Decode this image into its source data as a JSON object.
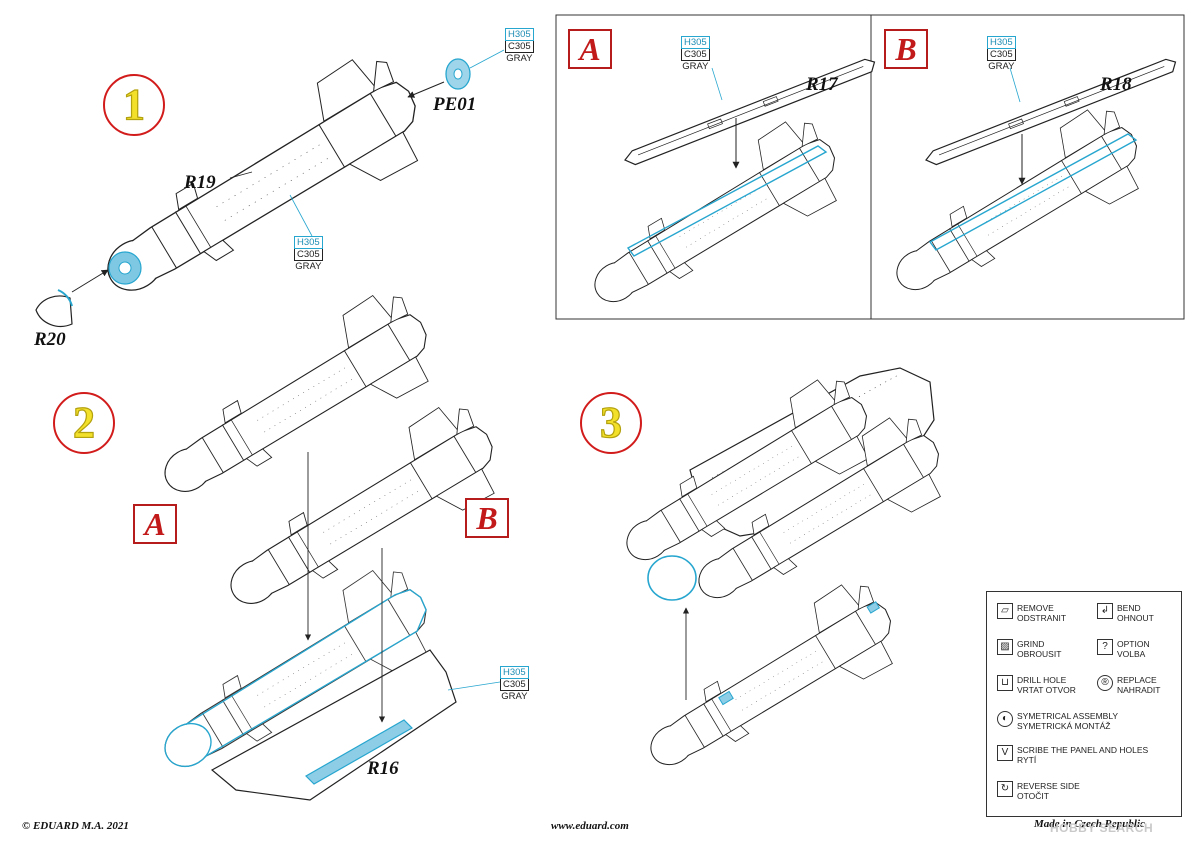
{
  "steps": {
    "one": "1",
    "two": "2",
    "three": "3"
  },
  "variants": {
    "a": "A",
    "b": "B"
  },
  "parts": {
    "pe01": "PE01",
    "r19": "R19",
    "r20": "R20",
    "r17": "R17",
    "r18": "R18",
    "r16": "R16"
  },
  "paint_code": {
    "h": "H305",
    "c": "C305",
    "g": "GRAY"
  },
  "colors": {
    "accent_blue": "#27a6cf",
    "step_border": "#d21c1c",
    "step_fill": "#f2e02a",
    "variant_text": "#c21a1a"
  },
  "legend": [
    {
      "icon": "remove-icon",
      "glyph": "▱",
      "text1": "REMOVE",
      "text2": "ODSTRANIT"
    },
    {
      "icon": "bend-icon",
      "glyph": "↲",
      "text1": "BEND",
      "text2": "OHNOUT"
    },
    {
      "icon": "grind-icon",
      "glyph": "▨",
      "text1": "GRIND",
      "text2": "OBROUSIT"
    },
    {
      "icon": "option-icon",
      "glyph": "?",
      "text1": "OPTION",
      "text2": "VOLBA"
    },
    {
      "icon": "drill-hole-icon",
      "glyph": "⊔",
      "text1": "DRILL HOLE",
      "text2": "VRTAT OTVOR"
    },
    {
      "icon": "replace-icon",
      "glyph": "®",
      "text1": "REPLACE",
      "text2": "NAHRADIT"
    },
    {
      "icon": "symmetrical-assembly-icon",
      "glyph": "◐",
      "text1": "SYMETRICAL ASSEMBLY",
      "text2": "SYMETRICKÁ MONTÁŽ"
    },
    {
      "icon": "scribe-icon",
      "glyph": "V",
      "text1": "SCRIBE THE PANEL AND HOLES",
      "text2": "RYTÍ"
    },
    {
      "icon": "reverse-side-icon",
      "glyph": "↻",
      "text1": "REVERSE SIDE",
      "text2": "OTOČIT"
    }
  ],
  "footer": {
    "copyright": "© EDUARD  M.A. 2021",
    "website": "www.eduard.com",
    "made_in": "Made in Czech Republic"
  },
  "watermark": "HOBBY SEARCH"
}
